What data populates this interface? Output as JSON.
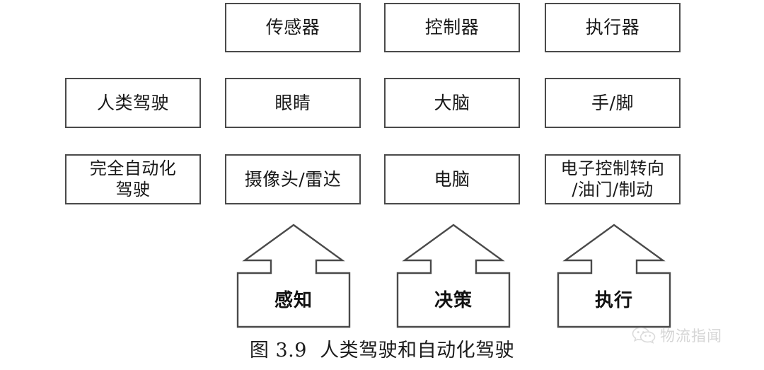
{
  "figure": {
    "caption": "图 3.9  人类驾驶和自动化驾驶",
    "border_color": "#4a4a4a",
    "background_color": "#ffffff",
    "text_color": "#171717"
  },
  "columns": {
    "headers": [
      {
        "id": "sensor",
        "label": "传感器"
      },
      {
        "id": "controller",
        "label": "控制器"
      },
      {
        "id": "actuator",
        "label": "执行器"
      }
    ]
  },
  "rows": [
    {
      "id": "header-row",
      "cells": [
        {
          "id": "header-blank",
          "label": "",
          "empty": true
        },
        {
          "id": "header-sensor",
          "label": "传感器"
        },
        {
          "id": "header-controller",
          "label": "控制器"
        },
        {
          "id": "header-actuator",
          "label": "执行器"
        }
      ]
    },
    {
      "id": "human-driving-row",
      "cells": [
        {
          "id": "human-driving",
          "label": "人类驾驶"
        },
        {
          "id": "human-eyes",
          "label": "眼睛"
        },
        {
          "id": "human-brain",
          "label": "大脑"
        },
        {
          "id": "human-hands-feet",
          "label": "手/脚"
        }
      ]
    },
    {
      "id": "autonomous-driving-row",
      "cells": [
        {
          "id": "autonomous-driving",
          "label": "完全自动化\n驾驶"
        },
        {
          "id": "camera-radar",
          "label": "摄像头/雷达"
        },
        {
          "id": "computer",
          "label": "电脑"
        },
        {
          "id": "electronic-control",
          "label": "电子控制转向\n/油门/制动"
        }
      ]
    }
  ],
  "arrows": [
    {
      "id": "perception",
      "label": "感知",
      "direction": "up"
    },
    {
      "id": "decision",
      "label": "决策",
      "direction": "up"
    },
    {
      "id": "execution",
      "label": "执行",
      "direction": "up"
    }
  ],
  "watermark": {
    "icon": "wechat-icon",
    "text": "物流指闻"
  }
}
